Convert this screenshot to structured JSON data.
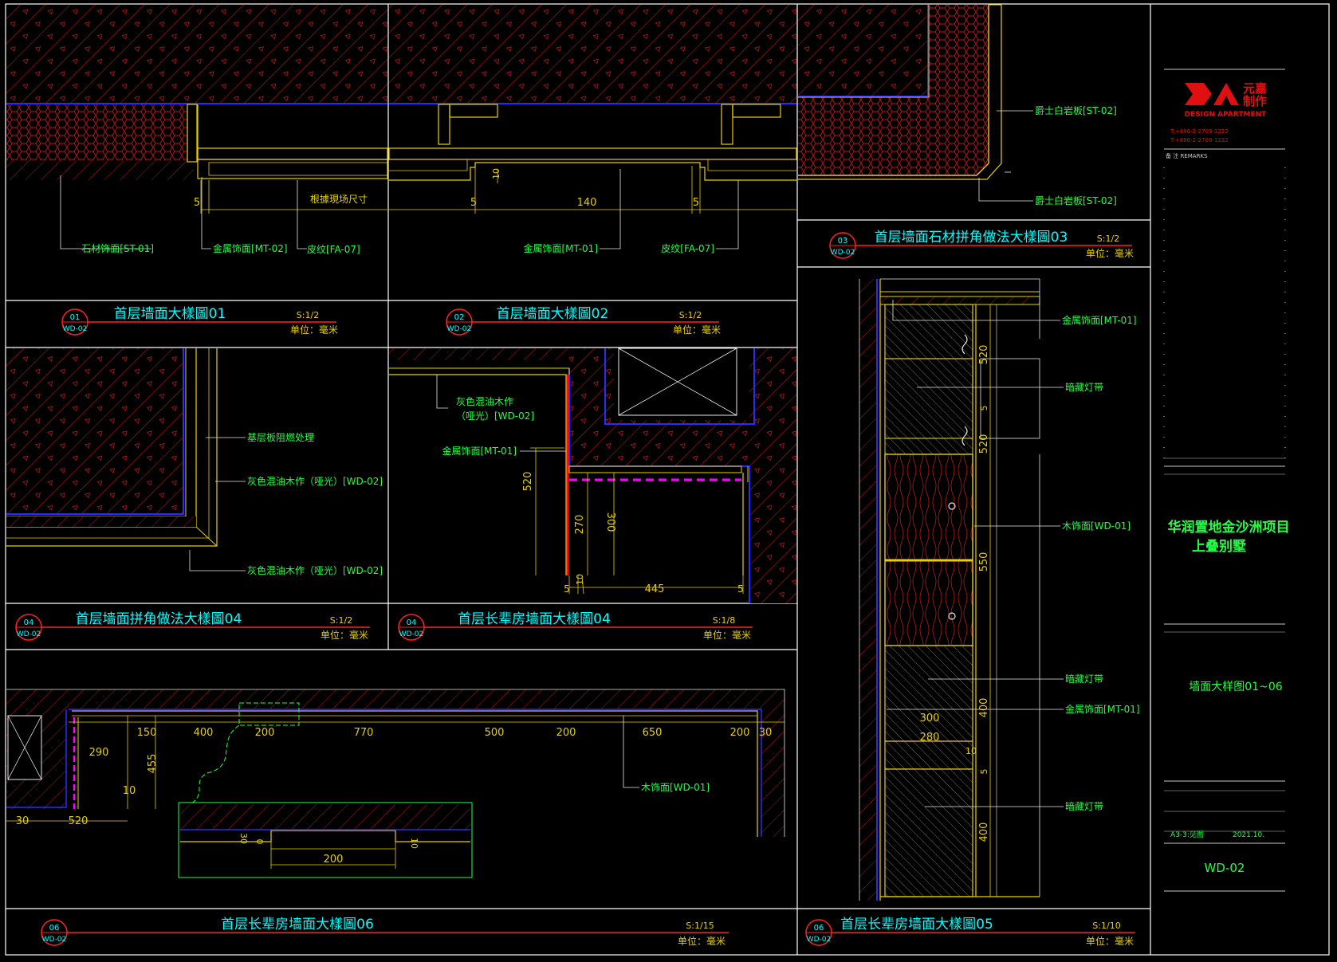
{
  "colors": {
    "frame": "#ffffff",
    "hatch": "#d12020",
    "wall_edge": "#2a2aff",
    "finish": "#e8d000",
    "leader": "#e8e8e8",
    "label": "#22ff44",
    "dim_text": "#e8d000",
    "title": "#00ffff",
    "title_line": "#ff2020",
    "magenta": "#ff00ff",
    "logo": "#e01010",
    "tb_text": "#c8c8c8",
    "green_box": "#00c800"
  },
  "panels": {
    "p01": {
      "bubble_num": "01",
      "bubble_ref": "WD-02",
      "title": "首层墙面大樣圖01",
      "scale": "S:1/2",
      "unit": "单位：毫米",
      "labels": {
        "stone": "石材饰面[ST-01]",
        "metal": "金属饰面[MT-02]",
        "leather": "皮纹[FA-07]"
      },
      "dims": {
        "d5a": "5",
        "field": "根據現场尺寸"
      }
    },
    "p02": {
      "bubble_num": "02",
      "bubble_ref": "WD-02",
      "title": "首层墙面大樣圖02",
      "scale": "S:1/2",
      "unit": "单位：毫米",
      "labels": {
        "metal": "金属饰面[MT-01]",
        "leather": "皮纹[FA-07]"
      },
      "dims": {
        "d5a": "5",
        "d140": "140",
        "d5b": "5",
        "d10": "10"
      }
    },
    "p03": {
      "bubble_num": "03",
      "bubble_ref": "WD-02",
      "title": "首层墙面石材拼角做法大樣圖03",
      "scale": "S:1/2",
      "unit": "单位：毫米",
      "labels": {
        "stone1": "爵士白岩板[ST-02]",
        "stone2": "爵士白岩板[ST-02]"
      }
    },
    "p04a": {
      "bubble_num": "04",
      "bubble_ref": "WD-02",
      "title": "首层墙面拼角做法大樣圖04",
      "scale": "S:1/2",
      "unit": "单位：毫米",
      "labels": {
        "base": "基层板阻燃处理",
        "wood1": "灰色混油木作（哑光）[WD-02]",
        "wood2": "灰色混油木作（哑光）[WD-02]"
      }
    },
    "p04b": {
      "bubble_num": "04",
      "bubble_ref": "WD-02",
      "title": "首层长辈房墙面大樣圖04",
      "scale": "S:1/8",
      "unit": "单位：毫米",
      "labels": {
        "wood": "灰色混油木作",
        "wood2": "（哑光）[WD-02]",
        "metal": "金属饰面[MT-01]"
      },
      "dims": {
        "d520": "520",
        "d270": "270",
        "d300": "300",
        "d10": "10",
        "d5a": "5",
        "d445": "445",
        "d5b": "5"
      }
    },
    "p05": {
      "bubble_num": "06",
      "bubble_ref": "WD-02",
      "title": "首层长辈房墙面大樣圖05",
      "scale": "S:1/10",
      "unit": "单位：毫米",
      "labels": {
        "metal1": "金属饰面[MT-01]",
        "light1": "暗藏灯带",
        "wood": "木饰面[WD-01]",
        "light2": "暗藏灯带",
        "metal2": "金属饰面[MT-01]",
        "light3": "暗藏灯带"
      },
      "dims": {
        "d520a": "520",
        "d5a": "5",
        "d520b": "520",
        "d550": "550",
        "d400a": "400",
        "d300": "300",
        "d280": "280",
        "d10": "10",
        "d5b": "5",
        "d400b": "400"
      }
    },
    "p06": {
      "bubble_num": "06",
      "bubble_ref": "WD-02",
      "title": "首层长辈房墙面大樣圖06",
      "scale": "S:1/15",
      "unit": "单位：毫米",
      "labels": {
        "wood": "木饰面[WD-01]"
      },
      "dims": {
        "d150": "150",
        "d400": "400",
        "d200a": "200",
        "d770": "770",
        "d500": "500",
        "d200b": "200",
        "d650": "650",
        "d200c": "200",
        "d30a": "30",
        "d290": "290",
        "d455": "455",
        "d10a": "10",
        "d30b": "30",
        "d520": "520",
        "d30c": "30",
        "d0": "0",
        "d10b": "10",
        "d200d": "200"
      }
    }
  },
  "title_block": {
    "logo_cn1": "元嘉",
    "logo_cn2": "制作",
    "logo_en": "DESIGN APARTMENT",
    "tel1": "T:+886-2-2709-1222",
    "tel2": "T:+886-2-2709-1222",
    "remarks": "备 注 REMARKS",
    "project_cn1": "华润置地金沙洲项目",
    "project_cn2": "上叠别墅",
    "sheet_title": "墙面大样图01~06",
    "date": "2021.10.",
    "size": "A3-3:见图",
    "drawing_no": "WD-02"
  }
}
